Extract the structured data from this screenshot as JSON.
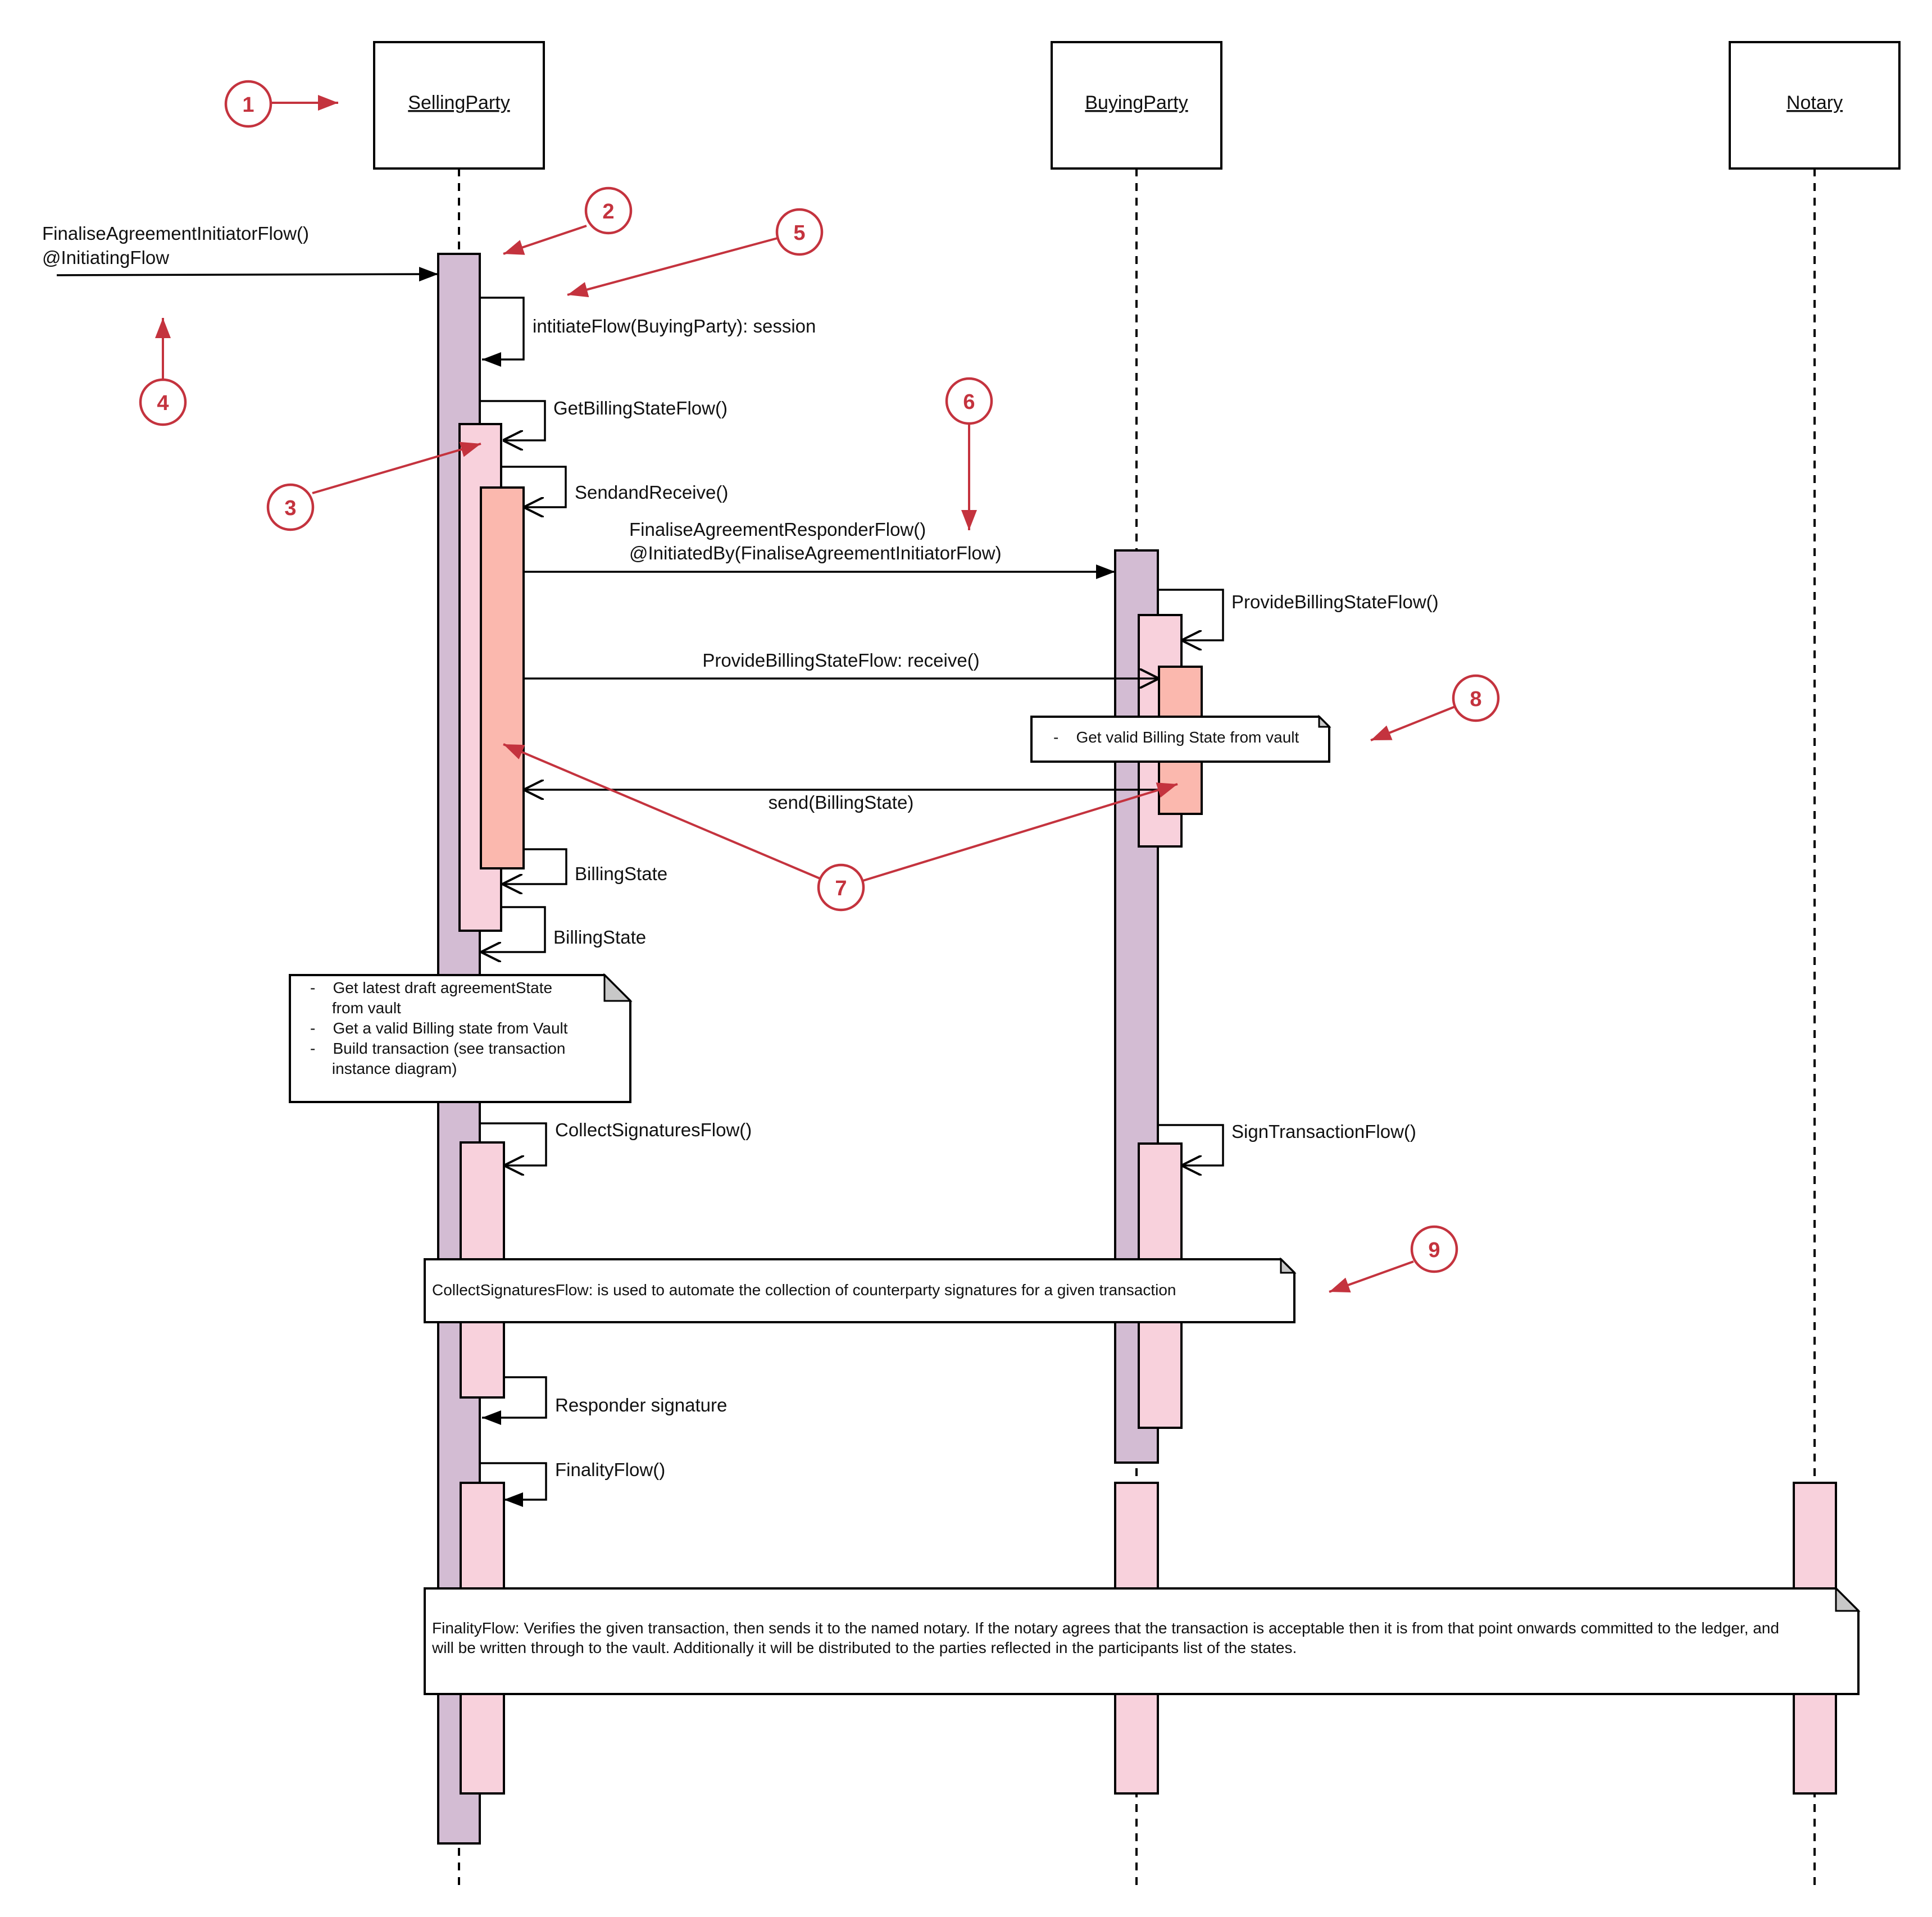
{
  "actors": {
    "selling": "SellingParty",
    "buying": "BuyingParty",
    "notary": "Notary"
  },
  "messages": {
    "initiator_flow": "FinaliseAgreementInitiatorFlow()",
    "initiating_flow": "@InitiatingFlow",
    "initiate_flow": "intitiateFlow(BuyingParty): session",
    "get_billing": "GetBillingStateFlow()",
    "send_receive": "SendandReceive()",
    "responder_flow": "FinaliseAgreementResponderFlow()",
    "initiated_by": "@InitiatedBy(FinaliseAgreementInitiatorFlow)",
    "provide_billing": "ProvideBillingStateFlow()",
    "provide_receive": "ProvideBillingStateFlow: receive()",
    "send_billing": "send(BillingState)",
    "billing_state_1": "BillingState",
    "billing_state_2": "BillingState",
    "collect_sigs": "CollectSignaturesFlow()",
    "sign_tx": "SignTransactionFlow()",
    "responder_sig": "Responder signature",
    "finality": "FinalityFlow()"
  },
  "notes": {
    "vault_note": "-    Get valid Billing State from vault",
    "draft_lines": [
      "-    Get latest draft agreementState",
      "     from vault",
      "-    Get a valid Billing state from Vault",
      "-    Build transaction (see transaction",
      "     instance diagram)"
    ],
    "collect_note": "CollectSignaturesFlow: is used to automate the collection of counterparty signatures for a given transaction",
    "finality_lines": [
      "FinalityFlow:  Verifies the given transaction, then sends it to the named notary. If the notary agrees that the transaction is acceptable then it is from that point onwards committed to the ledger, and",
      "will be written through to the vault. Additionally it will be distributed to the parties reflected in the participants list of the states."
    ]
  },
  "callouts": [
    "1",
    "2",
    "3",
    "4",
    "5",
    "6",
    "7",
    "8",
    "9"
  ],
  "colors": {
    "main_activation": "#d3bcd3",
    "sub_activation": "#f8d1dc",
    "inner_activation": "#fbb8ae",
    "callout": "#c4333e"
  }
}
